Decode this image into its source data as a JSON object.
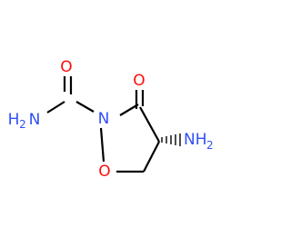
{
  "molecule": {
    "colors": {
      "carbon_bond": "#000000",
      "oxygen": "#ff0d0d",
      "nitrogen": "#3050f8",
      "background": "#ffffff"
    },
    "atoms": {
      "carbonyl_oxygen_top": {
        "symbol": "O",
        "element": "oxygen"
      },
      "amide_nh2_left": {
        "symbol": "H",
        "subscript": "2",
        "prefix": "N",
        "element": "nitrogen"
      },
      "ring_nitrogen": {
        "symbol": "N",
        "element": "nitrogen"
      },
      "ring_carbonyl_oxygen": {
        "symbol": "O",
        "element": "oxygen"
      },
      "amino_nh2_right": {
        "symbol": "NH",
        "subscript": "2",
        "element": "nitrogen"
      },
      "ring_oxygen": {
        "symbol": "O",
        "element": "oxygen"
      }
    }
  }
}
